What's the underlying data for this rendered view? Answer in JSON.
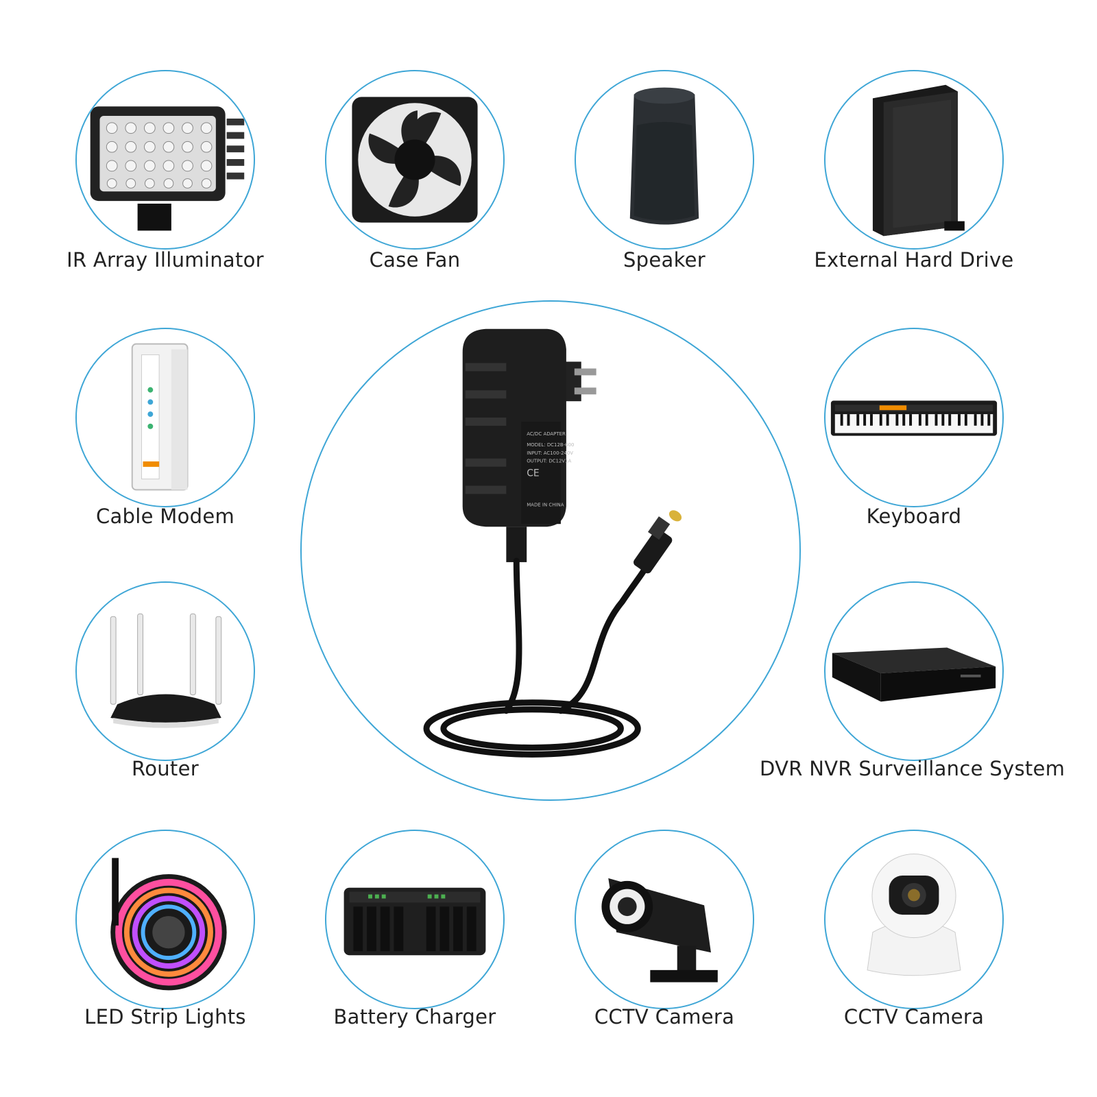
{
  "devices": [
    {
      "label": "IR Array Illuminator",
      "icon": "led-light-icon"
    },
    {
      "label": "Case Fan",
      "icon": "fan-icon"
    },
    {
      "label": "Speaker",
      "icon": "speaker-icon"
    },
    {
      "label": "External Hard Drive",
      "icon": "hard-drive-icon"
    },
    {
      "label": "Cable Modem",
      "icon": "modem-icon"
    },
    {
      "label": "Keyboard",
      "icon": "keyboard-icon"
    },
    {
      "label": "Router",
      "icon": "router-icon"
    },
    {
      "label": "DVR NVR Surveillance System",
      "icon": "dvr-icon"
    },
    {
      "label": "LED Strip Lights",
      "icon": "led-strip-icon"
    },
    {
      "label": "Battery Charger",
      "icon": "battery-charger-icon"
    },
    {
      "label": "CCTV Camera",
      "icon": "bullet-camera-icon"
    },
    {
      "label": "CCTV Camera",
      "icon": "dome-camera-icon"
    }
  ],
  "adapter": {
    "icon": "power-adapter-icon",
    "lines": [
      "AC/DC ADAPTER",
      "MODEL: DC12B-600",
      "INPUT: AC100-240V",
      "OUTPUT: DC12V1A",
      "CE",
      "MADE IN CHINA"
    ]
  },
  "colors": {
    "ring": "#3ea6d6",
    "product": "#1a1a1a",
    "text": "#222222"
  }
}
